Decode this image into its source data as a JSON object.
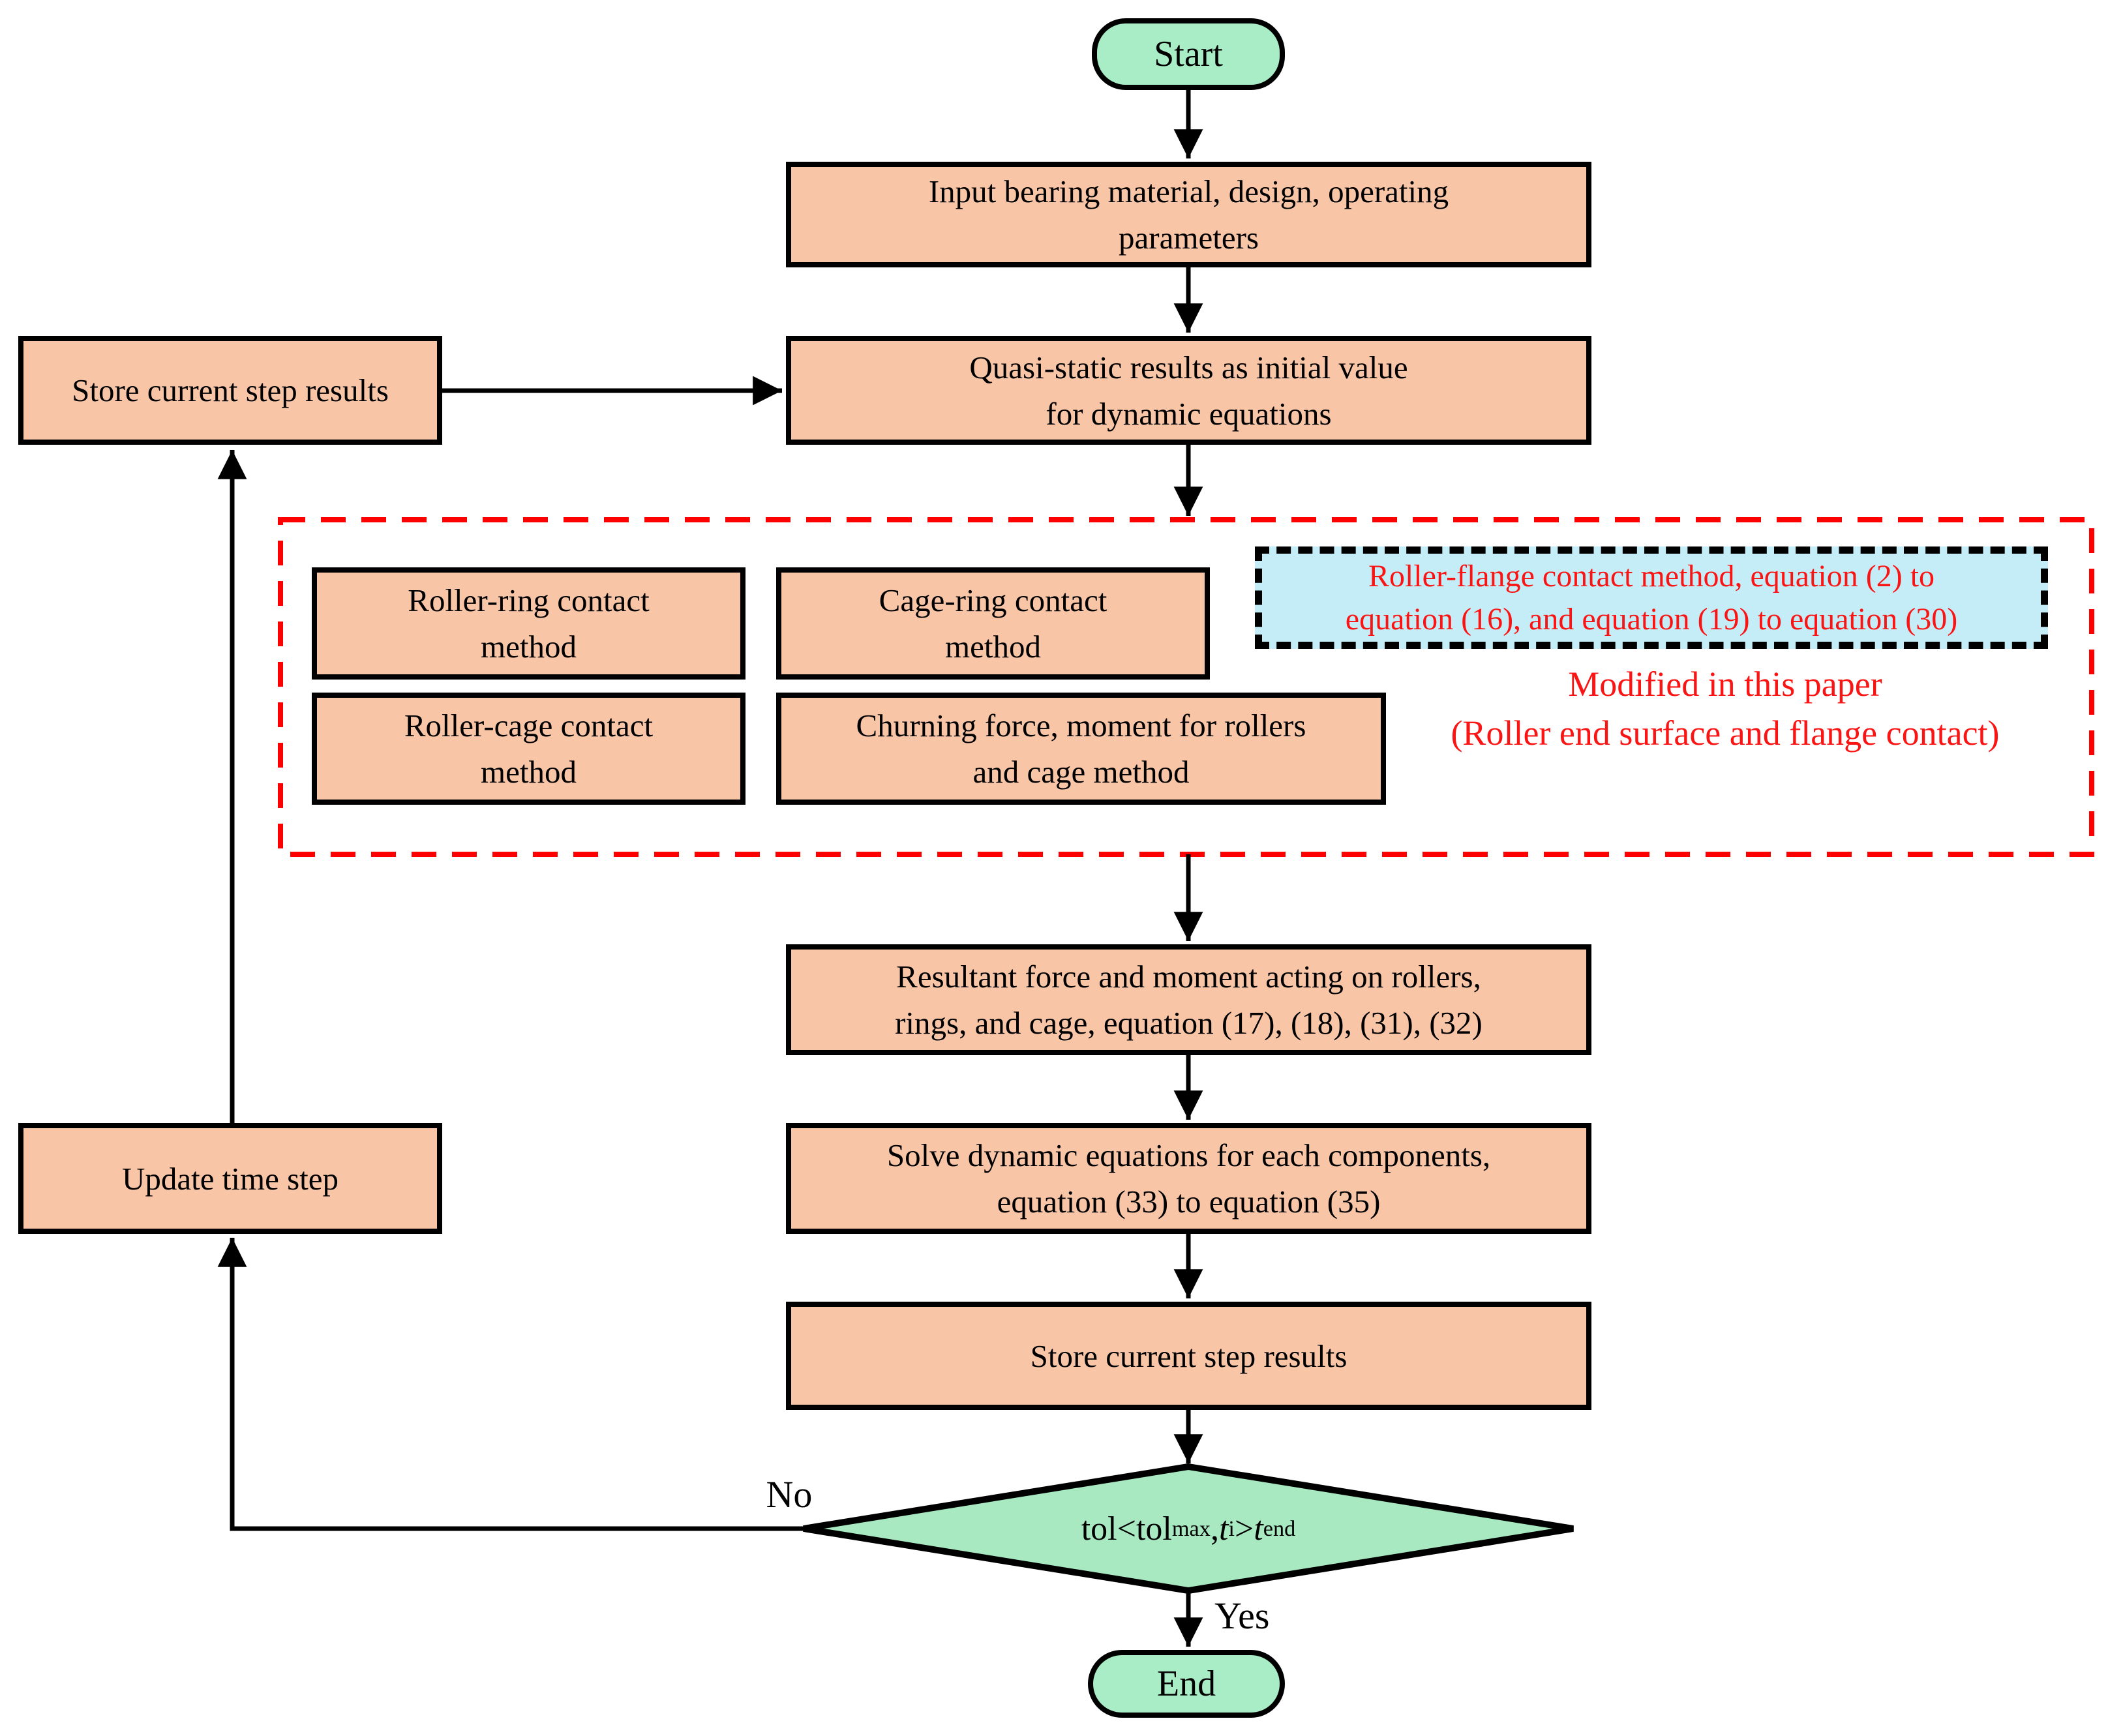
{
  "nodes": {
    "start": {
      "label": "Start"
    },
    "input": {
      "lines": [
        "Input bearing material, design, operating",
        "parameters"
      ]
    },
    "quasi": {
      "lines": [
        "Quasi-static results as initial value",
        "for dynamic equations"
      ]
    },
    "store_left": {
      "label": "Store current step results"
    },
    "roller_ring": {
      "lines": [
        "Roller-ring contact",
        "method"
      ]
    },
    "cage_ring": {
      "lines": [
        "Cage-ring contact",
        "method"
      ]
    },
    "roller_flange": {
      "lines": [
        "Roller-flange contact method, equation (2) to",
        "equation (16), and equation (19) to equation (30)"
      ]
    },
    "roller_cage": {
      "lines": [
        "Roller-cage contact",
        "method"
      ]
    },
    "churning": {
      "lines": [
        "Churning force, moment for rollers",
        "and cage method"
      ]
    },
    "modified_note": {
      "lines": [
        "Modified in this paper",
        "(Roller end surface and flange contact)"
      ]
    },
    "resultant": {
      "lines": [
        "Resultant force and moment acting on rollers,",
        "rings, and cage, equation (17), (18), (31), (32)"
      ]
    },
    "solve": {
      "lines": [
        "Solve dynamic equations for each components,",
        "equation (33) to equation (35)"
      ]
    },
    "store_bottom": {
      "label": "Store current step results"
    },
    "update_time": {
      "label": "Update time step"
    },
    "decision": {
      "segments": [
        {
          "text": "tol<tol"
        },
        {
          "text": "max",
          "sub": true
        },
        {
          "text": ", "
        },
        {
          "text": "t",
          "italic": true
        },
        {
          "text": "i",
          "sub": true
        },
        {
          "text": ">"
        },
        {
          "text": "t",
          "italic": true
        },
        {
          "text": "end",
          "sub": true
        }
      ]
    },
    "end": {
      "label": "End"
    }
  },
  "edge_labels": {
    "no": "No",
    "yes": "Yes"
  },
  "colors": {
    "process_fill": "#F8C5A7",
    "terminal_fill": "#A9EDC6",
    "decision_fill": "#A9E9C2",
    "highlight_fill": "#C4EDF8",
    "red_text": "#FA1414",
    "red_dash": "#FF0000",
    "line": "#000000",
    "background": "#FFFFFF"
  }
}
